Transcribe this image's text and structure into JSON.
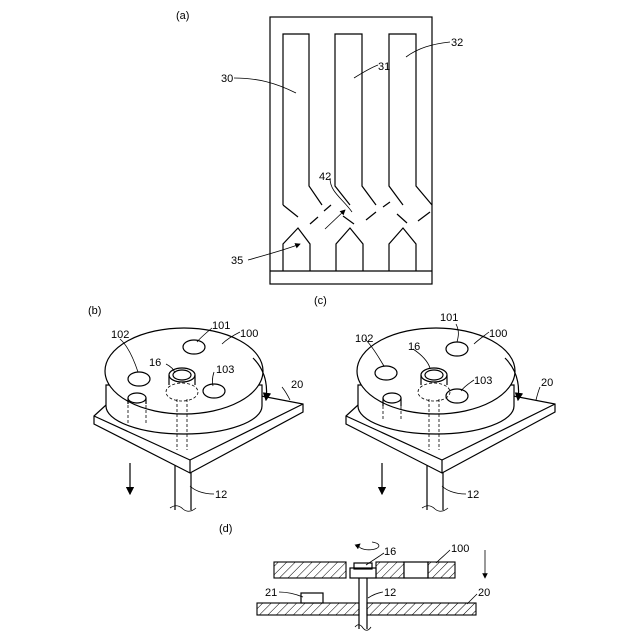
{
  "panels": {
    "a": {
      "label": "(a)",
      "ref_30": "30",
      "ref_31": "31",
      "ref_32": "32",
      "ref_42": "42",
      "ref_35": "35"
    },
    "b": {
      "label": "(b)",
      "ref_101": "101",
      "ref_100": "100",
      "ref_102": "102",
      "ref_16": "16",
      "ref_103": "103",
      "ref_20": "20",
      "ref_12": "12"
    },
    "c": {
      "label": "(c)",
      "ref_101": "101",
      "ref_100": "100",
      "ref_102": "102",
      "ref_16": "16",
      "ref_103": "103",
      "ref_20": "20",
      "ref_12": "12"
    },
    "d": {
      "label": "(d)",
      "ref_16": "16",
      "ref_100": "100",
      "ref_21": "21",
      "ref_12": "12",
      "ref_20": "20"
    }
  }
}
